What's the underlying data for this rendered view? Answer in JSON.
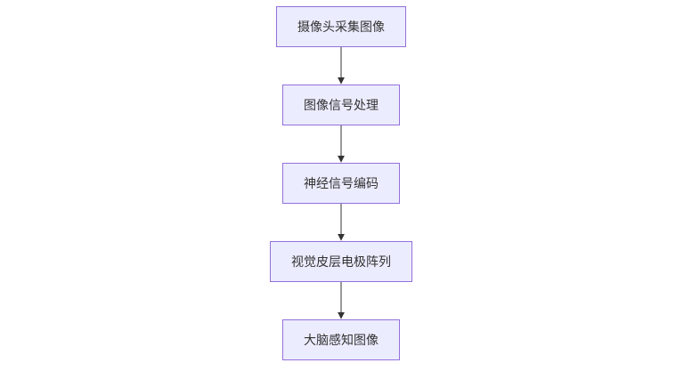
{
  "diagram": {
    "type": "flowchart",
    "direction": "top-down",
    "nodes": [
      {
        "id": "n1",
        "label": "摄像头采集图像"
      },
      {
        "id": "n2",
        "label": "图像信号处理"
      },
      {
        "id": "n3",
        "label": "神经信号编码"
      },
      {
        "id": "n4",
        "label": "视觉皮层电极阵列"
      },
      {
        "id": "n5",
        "label": "大脑感知图像"
      }
    ],
    "edges": [
      {
        "from": "n1",
        "to": "n2"
      },
      {
        "from": "n2",
        "to": "n3"
      },
      {
        "from": "n3",
        "to": "n4"
      },
      {
        "from": "n4",
        "to": "n5"
      }
    ],
    "colors": {
      "node_fill": "#ECECFF",
      "node_border": "#9370DB",
      "edge": "#333333",
      "text": "#333333",
      "background": "#FFFFFF"
    }
  }
}
